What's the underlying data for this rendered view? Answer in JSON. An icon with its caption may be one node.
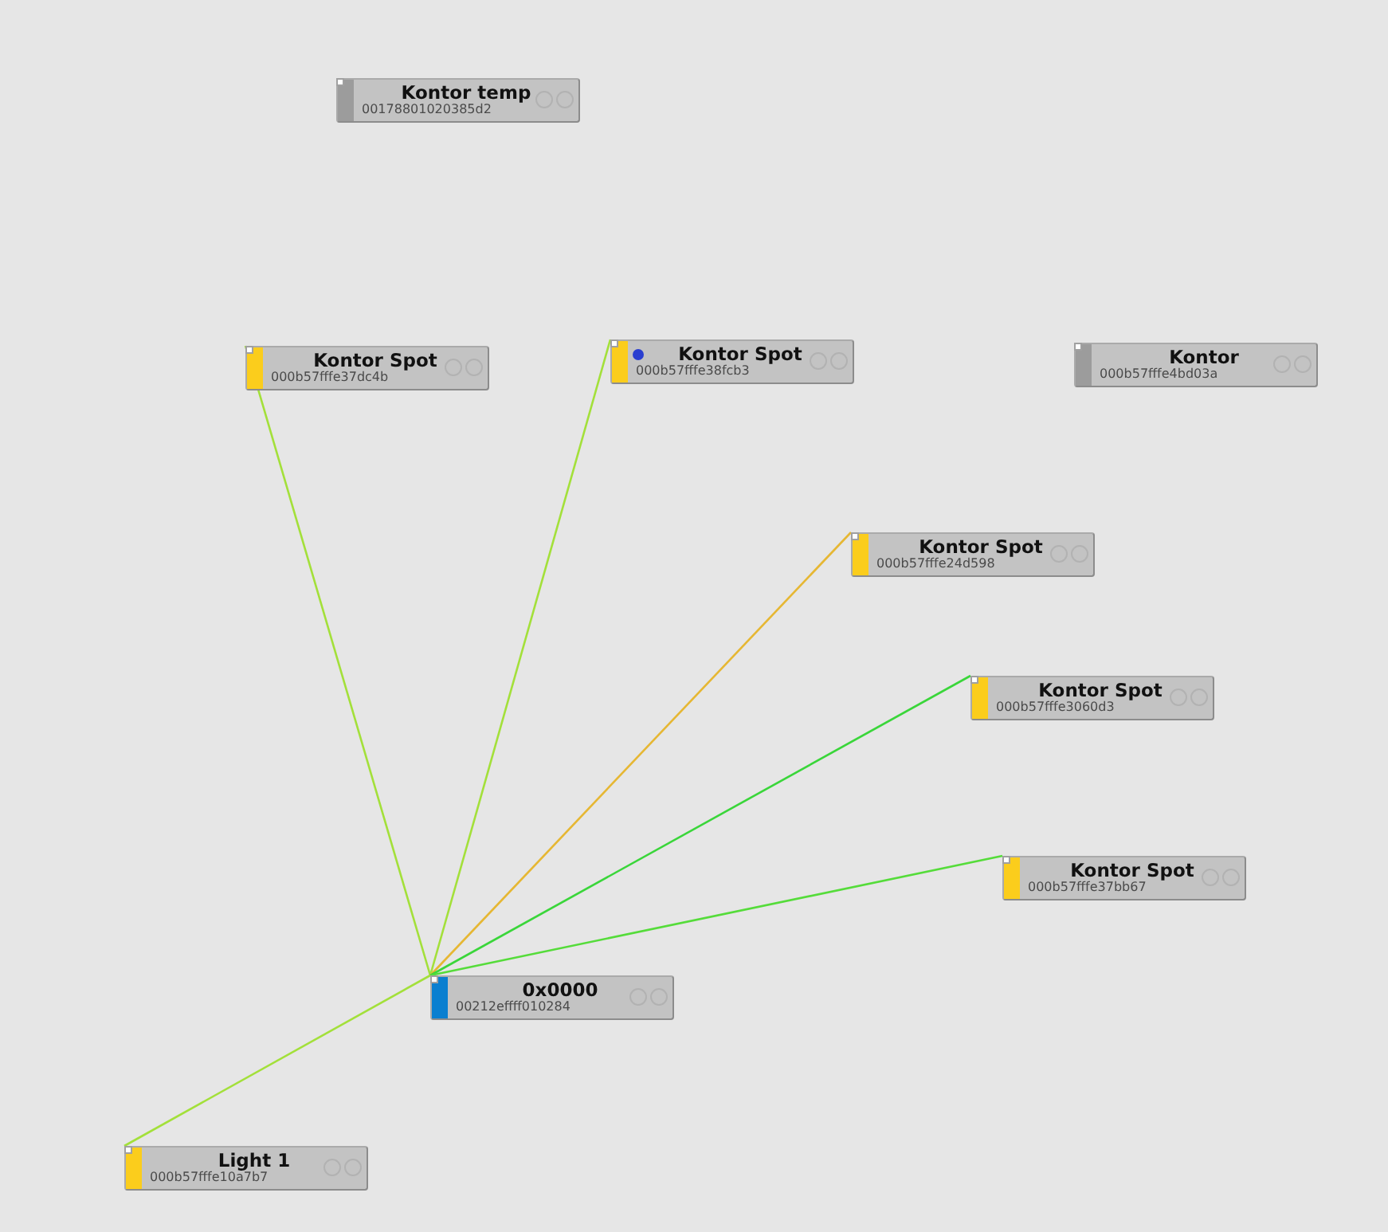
{
  "diagram": {
    "nodes": [
      {
        "text": [
          "Kontor temp",
          "00178801020385d2"
        ]
      },
      {
        "text": [
          "Kontor Spot",
          "000b57fffe37dc4b"
        ]
      },
      {
        "text": [
          "Kontor Spot",
          "000b57fffe38fcb3"
        ]
      },
      {
        "text": [
          "Kontor",
          "000b57fffe4bd03a"
        ]
      },
      {
        "text": [
          "Kontor Spot",
          "000b57fffe24d598"
        ]
      },
      {
        "text": [
          "Kontor Spot",
          "000b57fffe3060d3"
        ]
      },
      {
        "text": [
          "Kontor Spot",
          "000b57fffe37bb67"
        ]
      },
      {
        "text": [
          "0x0000",
          "00212effff010284"
        ]
      },
      {
        "text": [
          "Light 1",
          "000b57fffe10a7b7"
        ]
      }
    ],
    "edges": [
      {
        "from": 7,
        "to": 1,
        "arrow": "none"
      },
      {
        "from": 7,
        "to": 2,
        "arrow": "none"
      },
      {
        "from": 7,
        "to": 4,
        "arrow": "none",
        "color": "#e6b733"
      },
      {
        "from": 7,
        "to": 5,
        "arrow": "none",
        "color": "#3ad63a"
      },
      {
        "from": 7,
        "to": 6,
        "arrow": "none",
        "color": "#55dc3a"
      },
      {
        "from": 7,
        "to": 8,
        "arrow": "none"
      }
    ]
  }
}
